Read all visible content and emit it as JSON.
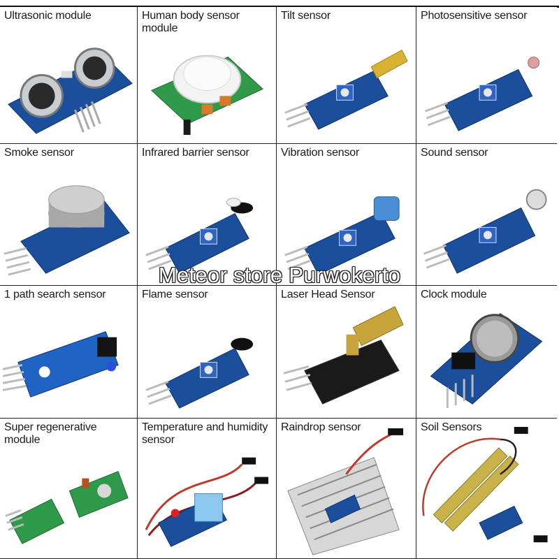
{
  "watermark": "Meteor store Purwokerto",
  "modules": [
    {
      "label": "Ultrasonic module"
    },
    {
      "label": "Human body sensor module"
    },
    {
      "label": "Tilt sensor"
    },
    {
      "label": "Photosensitive sensor"
    },
    {
      "label": "Smoke sensor"
    },
    {
      "label": "Infrared barrier sensor"
    },
    {
      "label": "Vibration sensor"
    },
    {
      "label": "Sound sensor"
    },
    {
      "label": "1 path search sensor"
    },
    {
      "label": "Flame sensor"
    },
    {
      "label": "Laser Head Sensor"
    },
    {
      "label": "Clock module"
    },
    {
      "label": "Super regenerative module"
    },
    {
      "label": "Temperature and humidity sensor"
    },
    {
      "label": "Raindrop sensor"
    },
    {
      "label": "Soil Sensors"
    }
  ],
  "colors": {
    "board": "#1b4f9c",
    "board_dark": "#123a78",
    "pcb_green": "#2e9a4a",
    "wire_red": "#c0392b",
    "black": "#151515"
  }
}
